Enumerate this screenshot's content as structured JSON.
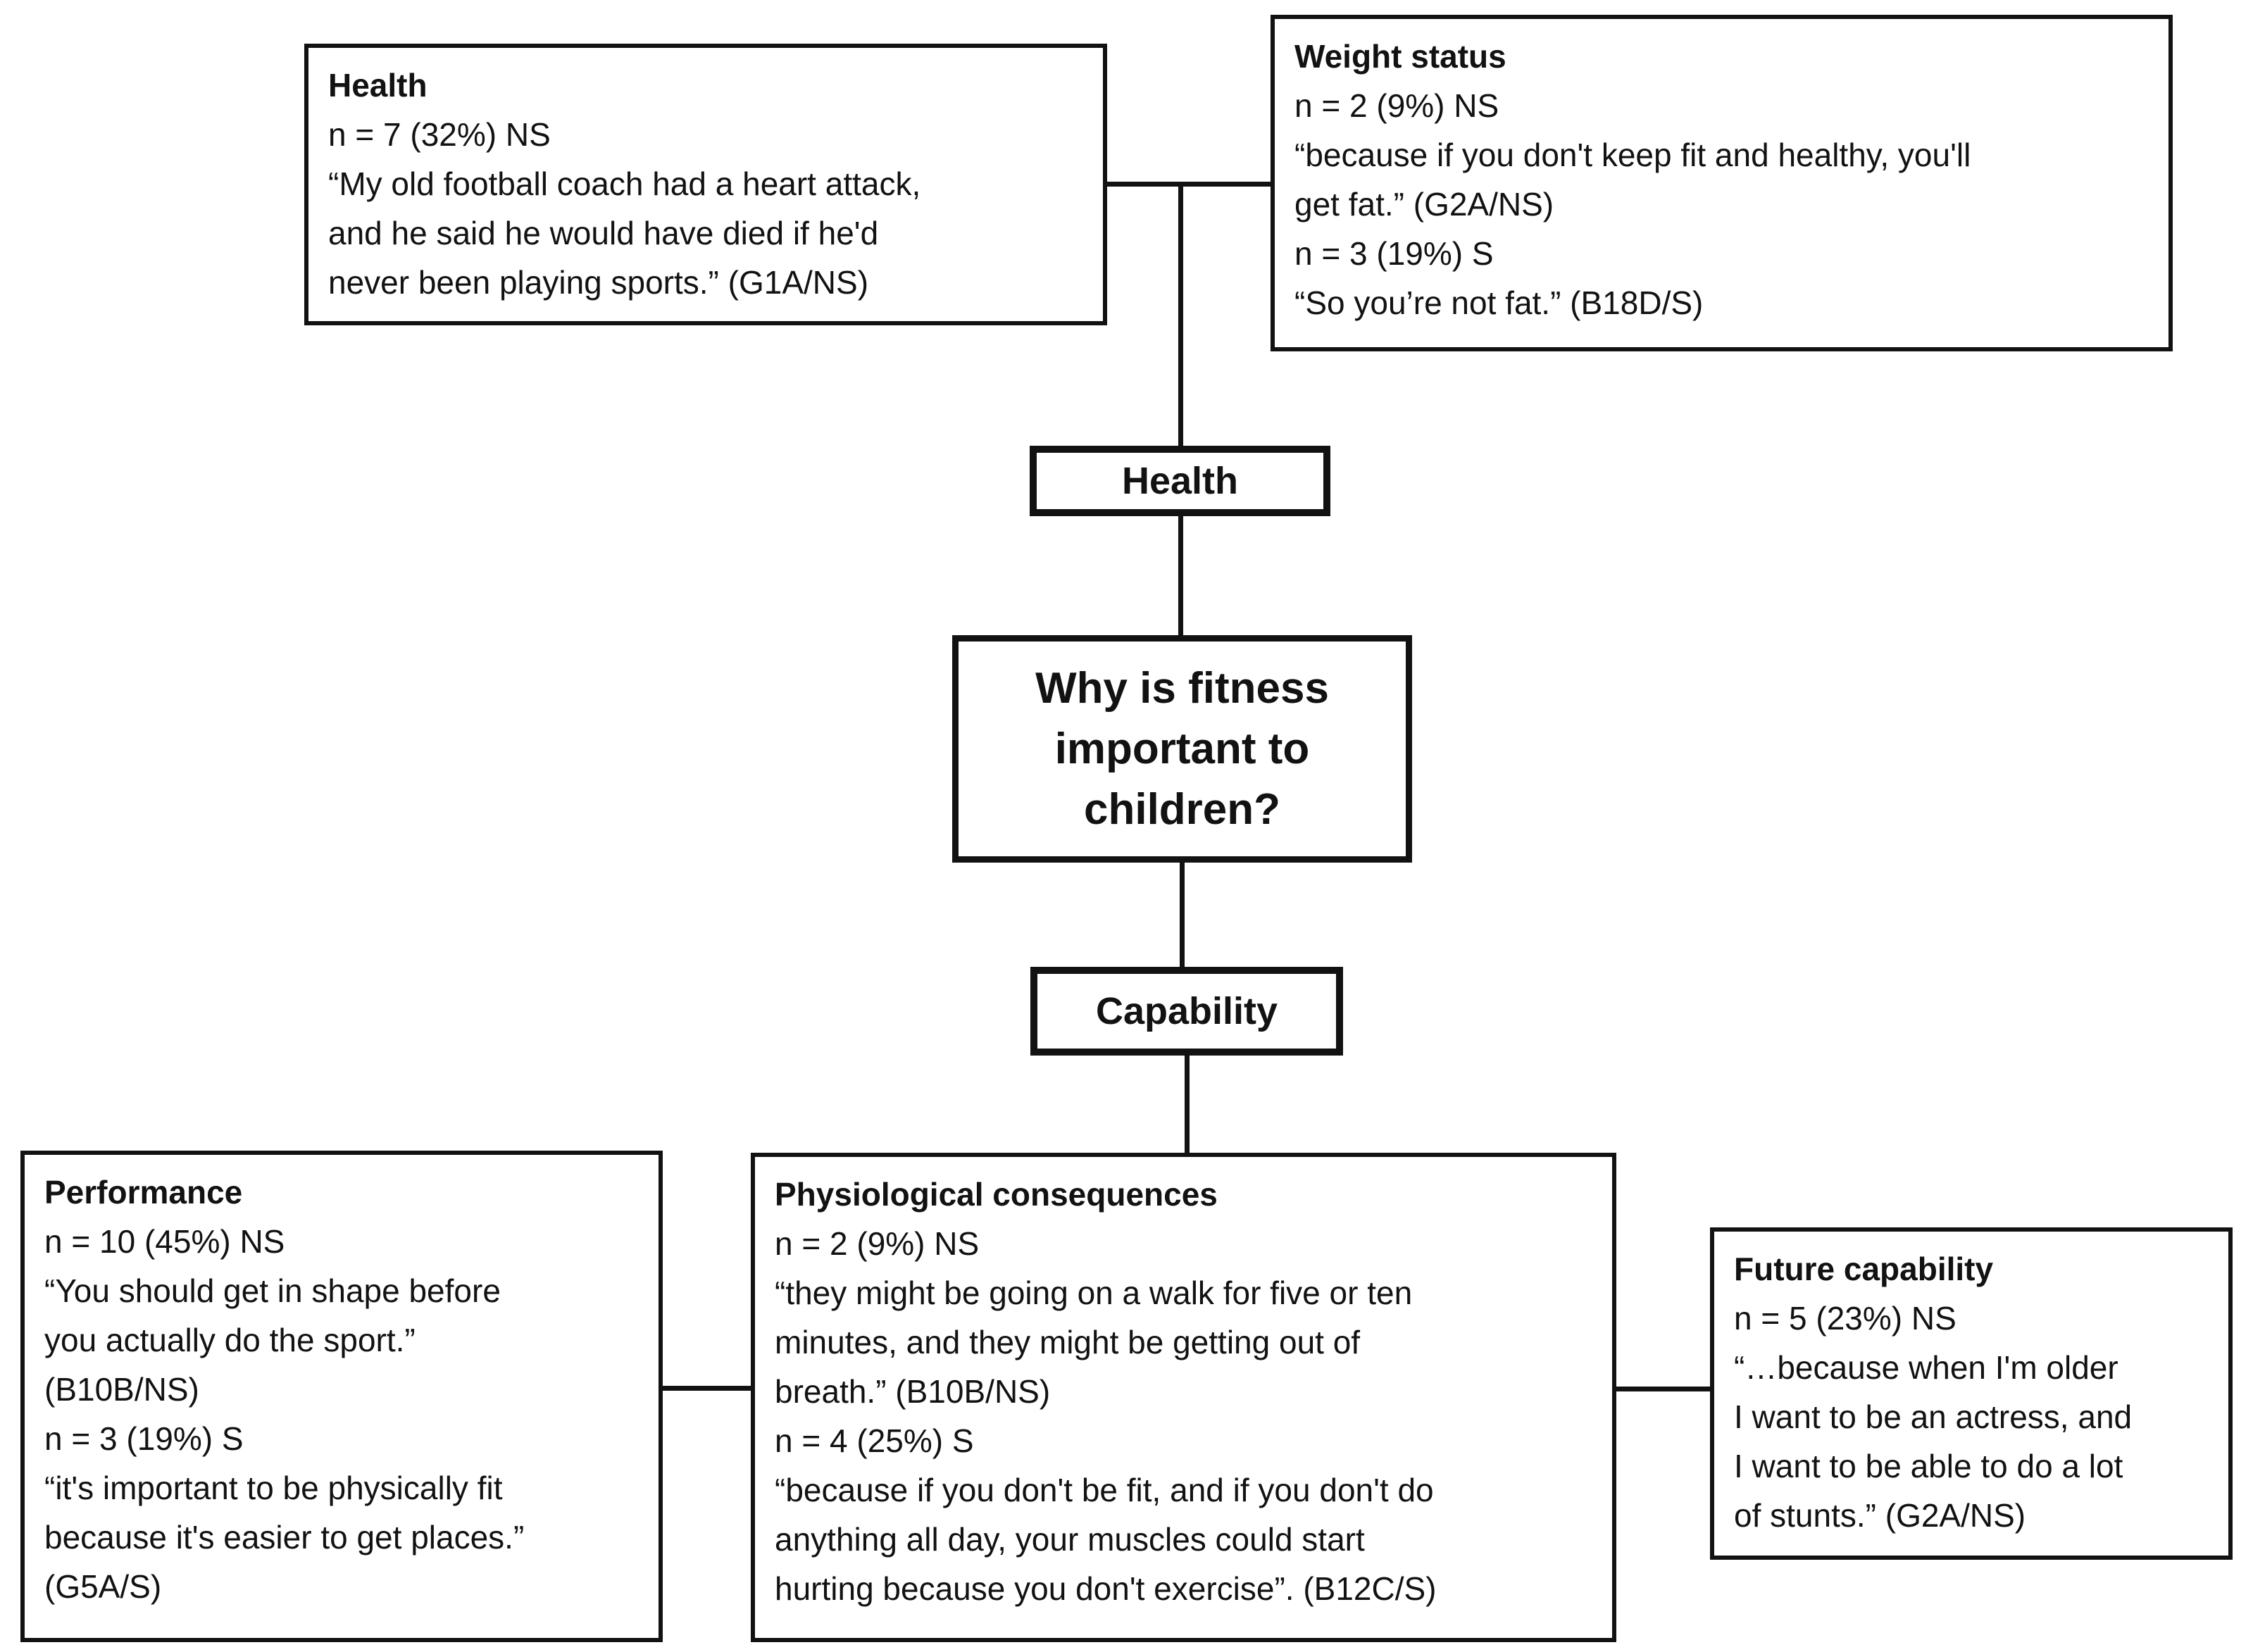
{
  "figure": {
    "background": "#ffffff",
    "ink": "#121212",
    "center_question": {
      "label": "Why is fitness\nimportant to\nchildren?"
    },
    "themes": [
      {
        "id": "health",
        "label": "Health"
      },
      {
        "id": "capability",
        "label": "Capability"
      }
    ],
    "categories": [
      {
        "id": "health-detail",
        "title": "Health",
        "body": "n = 7 (32%) NS\n“My old football coach had a heart attack,\nand he said he would have died if he'd\nnever been playing sports.” (G1A/NS)"
      },
      {
        "id": "weight-status",
        "title": "Weight status",
        "body": "n = 2 (9%) NS\n“because if you don't keep fit and healthy, you'll\nget fat.” (G2A/NS)\nn = 3 (19%) S\n“So you’re not fat.” (B18D/S)"
      },
      {
        "id": "performance",
        "title": "Performance",
        "body": "n = 10 (45%) NS\n“You should get in shape before\nyou actually do the sport.”\n(B10B/NS)\nn = 3 (19%) S\n“it's important to be physically fit\nbecause it's easier to get places.”\n(G5A/S)"
      },
      {
        "id": "physiological-consequences",
        "title": "Physiological consequences",
        "body": "n = 2 (9%) NS\n“they might be going on a walk for five or ten\nminutes, and they might be getting out of\nbreath.” (B10B/NS)\nn = 4 (25%) S\n“because if you don't be fit, and if you don't do\nanything all day, your muscles could start\nhurting because you don't exercise”. (B12C/S)"
      },
      {
        "id": "future-capability",
        "title": "Future capability",
        "body": "n = 5 (23%) NS\n“…because when I'm older\nI want to be an actress, and\nI want to be able to do a lot\nof stunts.” (G2A/NS)"
      }
    ]
  }
}
